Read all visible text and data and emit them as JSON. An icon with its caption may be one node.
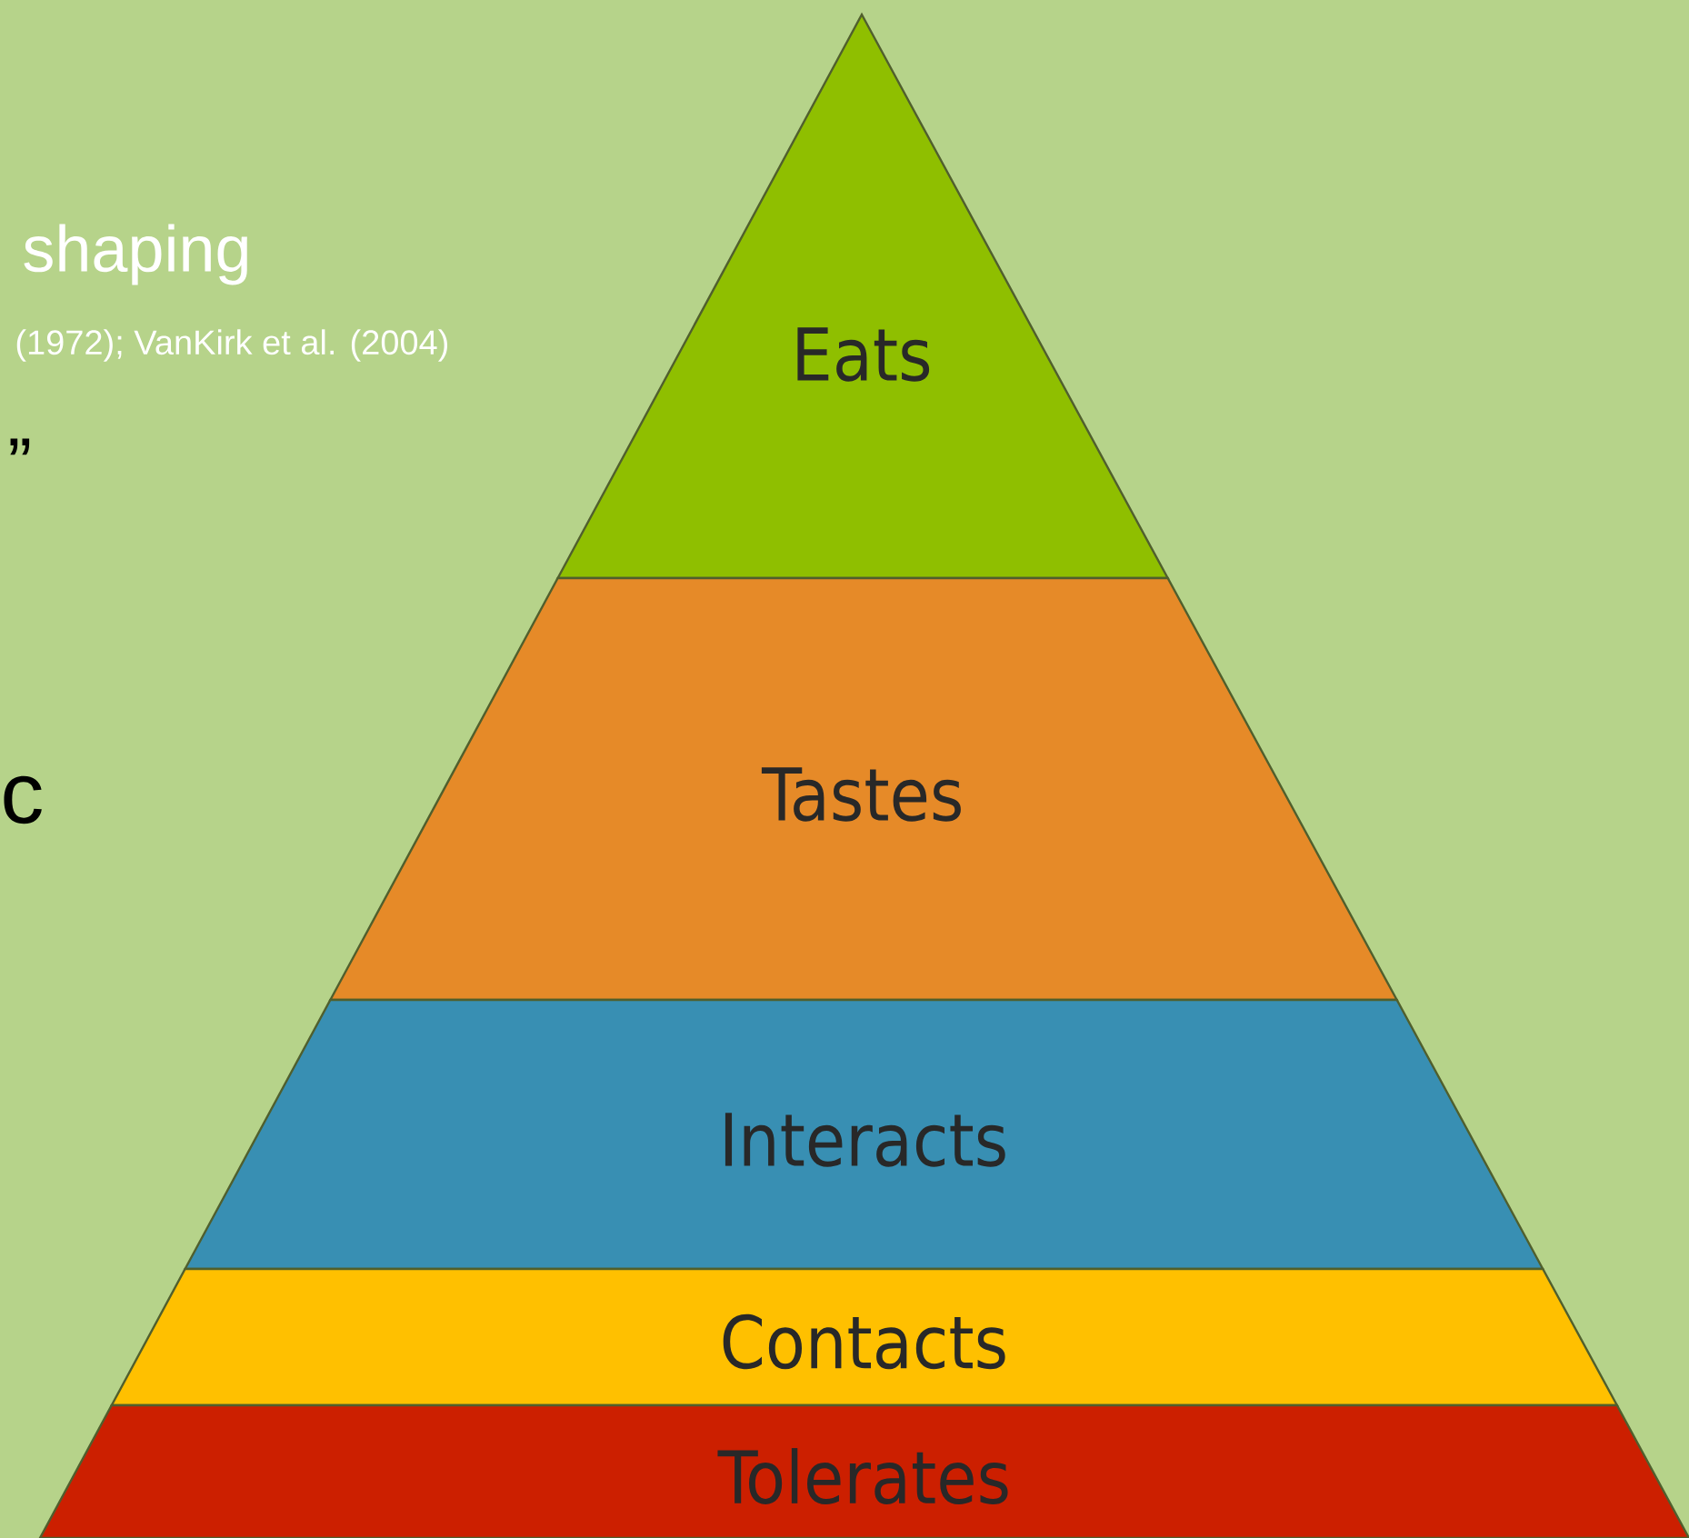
{
  "diagram": {
    "nodes": [
      {
        "text": [
          "Eats"
        ]
      },
      {
        "text": [
          "Tastes"
        ]
      },
      {
        "text": [
          "Interacts"
        ]
      },
      {
        "text": [
          "Contacts"
        ]
      },
      {
        "text": [
          "Tolerates"
        ]
      }
    ],
    "labels": [
      "shaping",
      "(1972); VanKirk et al. (2004)",
      "”",
      "c"
    ]
  }
}
